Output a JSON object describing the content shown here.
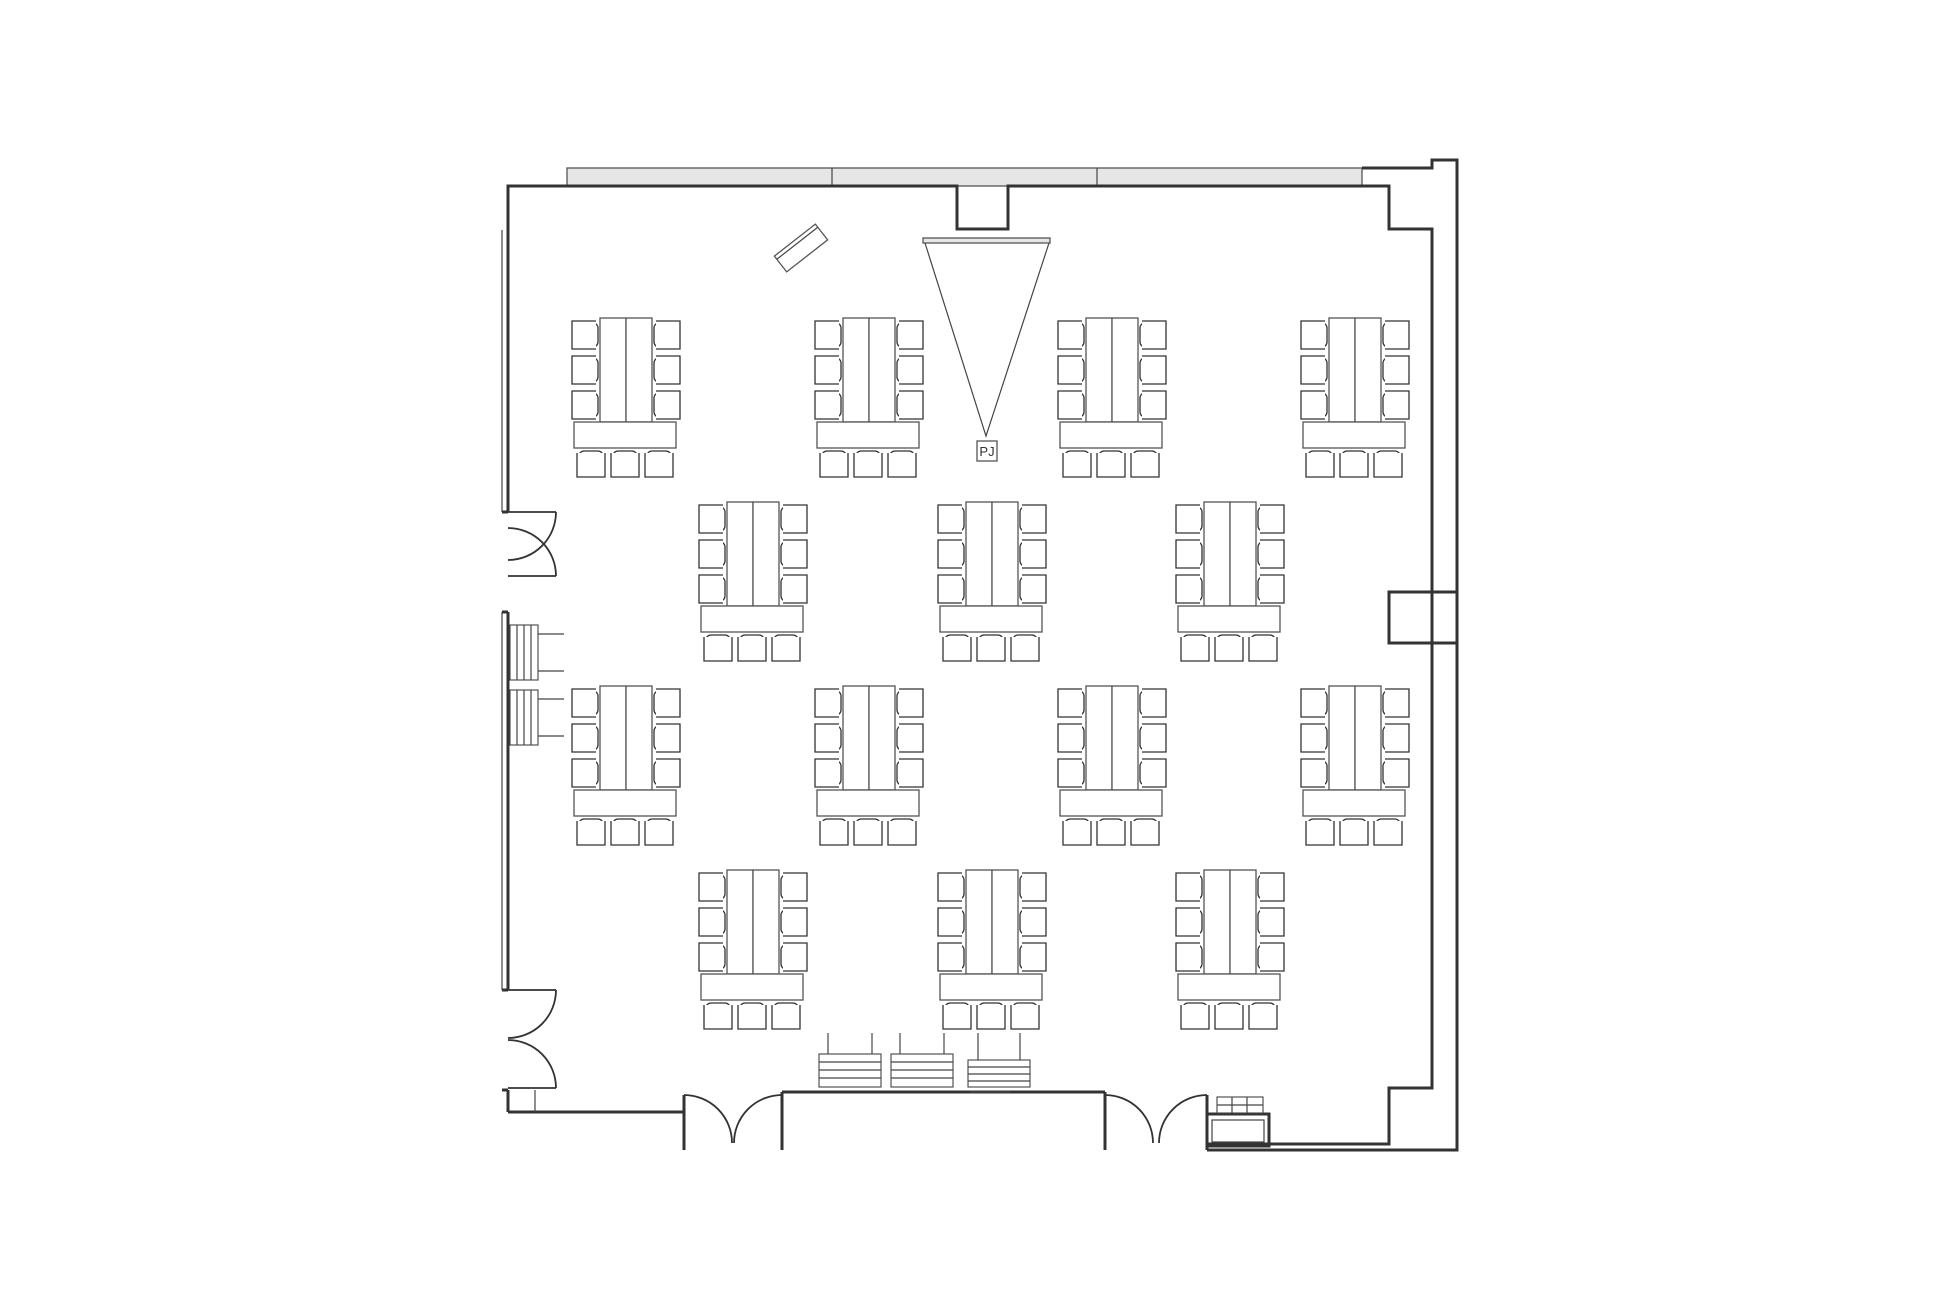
{
  "floorplan": {
    "projector": {
      "label": "PJ"
    },
    "layout": {
      "table_groups": 14,
      "chairs_per_group": 9
    }
  }
}
